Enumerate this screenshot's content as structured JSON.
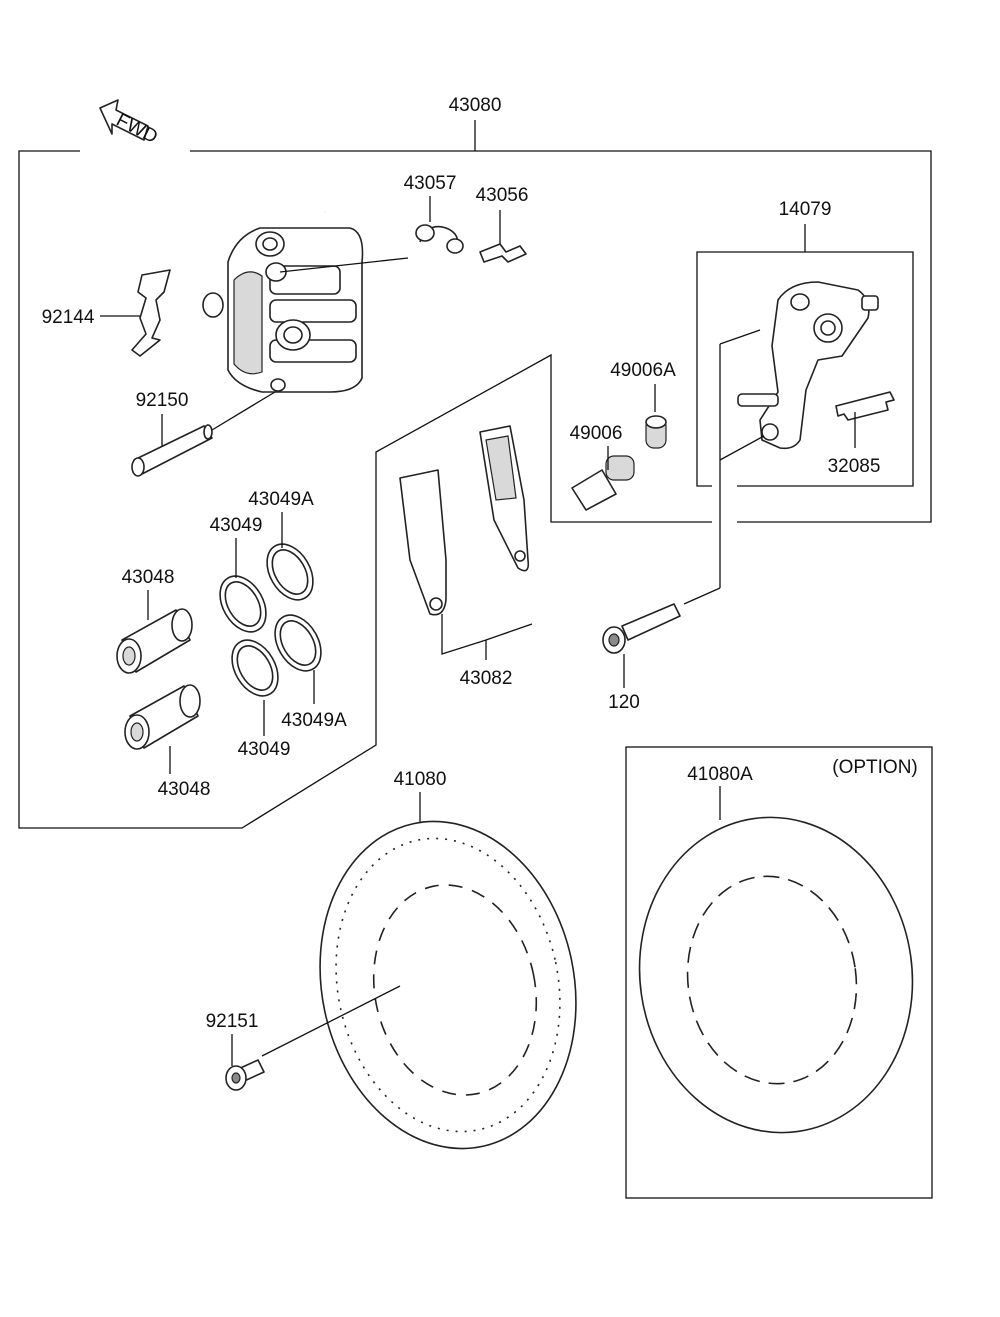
{
  "fwd_arrow_text": "FWD",
  "option_label": "(OPTION)",
  "labels": {
    "caliper_assy": "43080",
    "banjo_clip": "43057",
    "bleeder": "43056",
    "bracket": "14079",
    "pad_spring": "92144",
    "pin": "92150",
    "boot_a": "49006A",
    "boot": "49006",
    "shim": "32085",
    "seal_a_top": "43049A",
    "seal_top": "43049",
    "piston_top": "43048",
    "pads": "43082",
    "bolt": "120",
    "seal_a_bottom": "43049A",
    "seal_bottom": "43049",
    "piston_bottom": "43048",
    "disc": "41080",
    "disc_option": "41080A",
    "disc_bolt": "92151"
  }
}
